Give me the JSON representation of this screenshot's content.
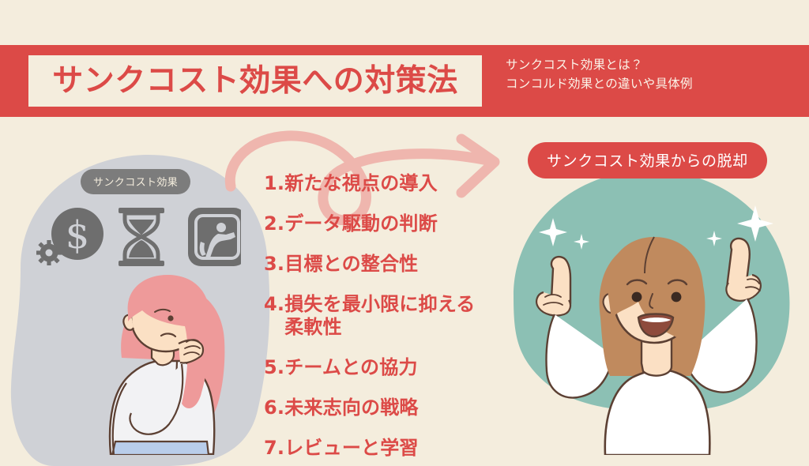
{
  "header": {
    "title": "サンクコスト効果への対策法",
    "subtitle_line1": "サンクコスト効果とは？",
    "subtitle_line2": "コンコルド効果との違いや具体例"
  },
  "left_panel": {
    "badge": "サンクコスト効果",
    "icons": [
      "money-gear-icon",
      "hourglass-icon",
      "climbing-person-icon"
    ],
    "illustration": "sad-woman-illustration"
  },
  "right_panel": {
    "badge": "サンクコスト効果からの脱却",
    "illustration": "happy-woman-pointing-up-illustration"
  },
  "arrow": {
    "name": "curved-arrow-right"
  },
  "list": {
    "items": [
      {
        "num": "1.",
        "text": "新たな視点の導入"
      },
      {
        "num": "2.",
        "text": "データ駆動の判断"
      },
      {
        "num": "3.",
        "text": "目標との整合性"
      },
      {
        "num": "4.",
        "text": "損失を最小限に抑える\n柔軟性"
      },
      {
        "num": "5.",
        "text": "チームとの協力"
      },
      {
        "num": "6.",
        "text": "未来志向の戦略"
      },
      {
        "num": "7.",
        "text": "レビューと学習"
      }
    ]
  },
  "colors": {
    "background": "#F4EDDD",
    "accent_red": "#DC4A47",
    "blob_gray": "#CFD1D6",
    "blob_teal": "#8CC0B4",
    "badge_gray": "#7C7C7C",
    "arrow_pink": "#EFB6AE",
    "icon_gray": "#6E6E6E",
    "hair_pink": "#EE9A9A",
    "hair_brown": "#C08A5E",
    "skin": "#FBE0C4",
    "skirt_blue": "#B9CDEA",
    "outline": "#5C4033"
  }
}
